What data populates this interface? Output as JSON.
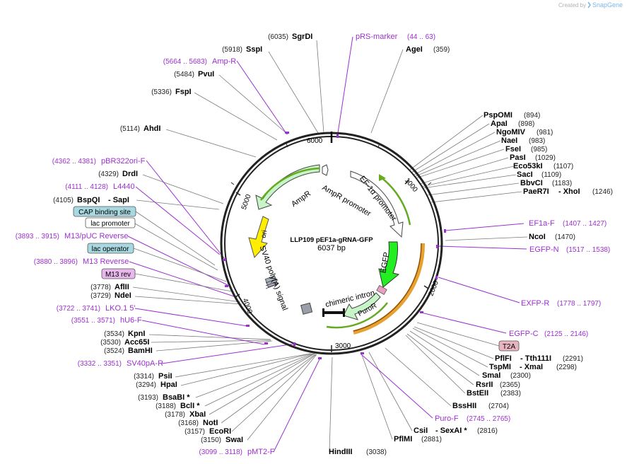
{
  "header": {
    "credit": "Created by",
    "brand": "SnapGene"
  },
  "center": {
    "name": "LLP109 pEF1a-gRNA-GFP",
    "size": "6037 bp"
  },
  "ticks": [
    "1000",
    "2000",
    "3000",
    "4000",
    "5000",
    "6000"
  ],
  "features": [
    {
      "id": "ampr",
      "label": "AmpR"
    },
    {
      "id": "ampr-promoter",
      "label": "AmpR promoter"
    },
    {
      "id": "ef1a-promoter",
      "label": "EF-1α promoter"
    },
    {
      "id": "ori",
      "label": "ori"
    },
    {
      "id": "sv40",
      "label": "SV40 poly(A) signal"
    },
    {
      "id": "egfp",
      "label": "EGFP"
    },
    {
      "id": "chimeric-intron",
      "label": "chimeric intron"
    },
    {
      "id": "puror",
      "label": "PuroR"
    }
  ],
  "left_sites": [
    {
      "pos": "(6035)",
      "name": "SgrDI"
    },
    {
      "pos": "(5918)",
      "name": "SspI"
    },
    {
      "pos": "(5484)",
      "name": "PvuI"
    },
    {
      "pos": "(5336)",
      "name": "FspI"
    },
    {
      "pos": "(5114)",
      "name": "AhdI"
    },
    {
      "pos": "(4329)",
      "name": "DrdI"
    },
    {
      "pos": "(4105)",
      "name": "BspQI",
      "name2": "- SapI"
    },
    {
      "pos": "(3778)",
      "name": "AflII"
    },
    {
      "pos": "(3729)",
      "name": "NdeI"
    },
    {
      "pos": "(3534)",
      "name": "KpnI"
    },
    {
      "pos": "(3530)",
      "name": "Acc65I"
    },
    {
      "pos": "(3524)",
      "name": "BamHI"
    },
    {
      "pos": "(3314)",
      "name": "PsiI"
    },
    {
      "pos": "(3294)",
      "name": "HpaI"
    },
    {
      "pos": "(3193)",
      "name": "BsaBI *"
    },
    {
      "pos": "(3188)",
      "name": "BclI *"
    },
    {
      "pos": "(3178)",
      "name": "XbaI"
    },
    {
      "pos": "(3168)",
      "name": "NotI"
    },
    {
      "pos": "(3157)",
      "name": "EcoRI"
    },
    {
      "pos": "(3150)",
      "name": "SwaI"
    }
  ],
  "left_primers": [
    {
      "pos": "(5664 .. 5683)",
      "name": "Amp-R"
    },
    {
      "pos": "(4362 .. 4381)",
      "name": "pBR322ori-F"
    },
    {
      "pos": "(4111 .. 4128)",
      "name": "L4440"
    },
    {
      "pos": "(3893 .. 3915)",
      "name": "M13/pUC Reverse"
    },
    {
      "pos": "(3880 .. 3896)",
      "name": "M13 Reverse"
    },
    {
      "pos": "(3722 .. 3741)",
      "name": "LKO.1 5'"
    },
    {
      "pos": "(3551 .. 3571)",
      "name": "hU6-F"
    },
    {
      "pos": "(3332 .. 3351)",
      "name": "SV40pA-R"
    },
    {
      "pos": "(3099 .. 3118)",
      "name": "pMT2-F"
    }
  ],
  "boxes": [
    {
      "label": "CAP binding site"
    },
    {
      "label": "lac promoter"
    },
    {
      "label": "lac operator"
    },
    {
      "label": "M13 rev"
    },
    {
      "label": "T2A"
    }
  ],
  "right_sites": [
    {
      "name": "AgeI",
      "pos": "(359)"
    },
    {
      "name": "PspOMI",
      "pos": "(894)"
    },
    {
      "name": "ApaI",
      "pos": "(898)"
    },
    {
      "name": "NgoMIV",
      "pos": "(981)"
    },
    {
      "name": "NaeI",
      "pos": "(983)"
    },
    {
      "name": "FseI",
      "pos": "(985)"
    },
    {
      "name": "PasI",
      "pos": "(1029)"
    },
    {
      "name": "Eco53kI",
      "pos": "(1107)"
    },
    {
      "name": "SacI",
      "pos": "(1109)"
    },
    {
      "name": "BbvCI",
      "pos": "(1183)"
    },
    {
      "name": "PaeR7I",
      "name2": "- XhoI",
      "pos": "(1246)"
    },
    {
      "name": "NcoI",
      "pos": "(1470)"
    },
    {
      "name": "PflFI",
      "name2": "- Tth111I",
      "pos": "(2291)"
    },
    {
      "name": "TspMI",
      "name2": "- XmaI",
      "pos": "(2298)"
    },
    {
      "name": "SmaI",
      "pos": "(2300)"
    },
    {
      "name": "RsrII",
      "pos": "(2365)"
    },
    {
      "name": "BstEII",
      "pos": "(2383)"
    },
    {
      "name": "BssHII",
      "pos": "(2704)"
    },
    {
      "name": "CsiI",
      "name2": "- SexAI *",
      "pos": "(2816)"
    },
    {
      "name": "PflMI",
      "pos": "(2881)"
    },
    {
      "name": "HindIII",
      "pos": "(3038)"
    }
  ],
  "right_primers": [
    {
      "name": "pRS-marker",
      "pos": "(44 .. 63)"
    },
    {
      "name": "EF1a-F",
      "pos": "(1407 .. 1427)"
    },
    {
      "name": "EGFP-N",
      "pos": "(1517 .. 1538)"
    },
    {
      "name": "EXFP-R",
      "pos": "(1778 .. 1797)"
    },
    {
      "name": "EGFP-C",
      "pos": "(2125 .. 2146)"
    },
    {
      "name": "Puro-F",
      "pos": "(2745 .. 2765)"
    }
  ],
  "colors": {
    "ampr": "#c7f5c8",
    "promoter": "#ffffff",
    "ori": "#ffee00",
    "egfp": "#22ee22",
    "puror": "#c7f5c8",
    "primer": "#9b30d0",
    "box_blue": "#a8d8e0",
    "box_purple": "#e8b8ec",
    "box_t2a": "#e8b4c0"
  }
}
